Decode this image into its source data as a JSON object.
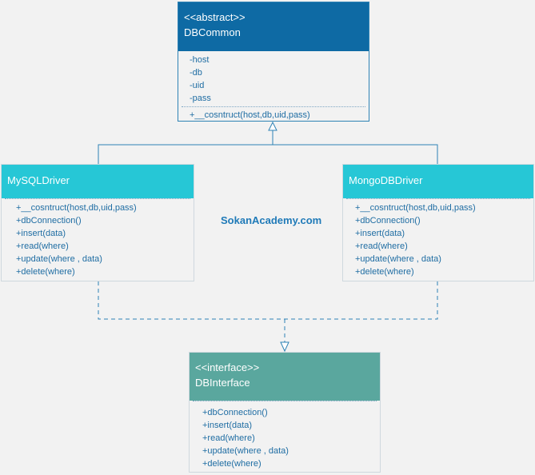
{
  "dbcommon": {
    "stereotype": "<<abstract>>",
    "name": "DBCommon",
    "attributes": [
      "-host",
      "-db",
      "-uid",
      "-pass"
    ],
    "operations": [
      "+__cosntruct(host,db,uid,pass)"
    ],
    "header_color": "#0e6aa4"
  },
  "mysql": {
    "name": "MySQLDriver",
    "operations": [
      "+__cosntruct(host,db,uid,pass)",
      "+dbConnection()",
      "+insert(data)",
      "+read(where)",
      "+update(where , data)",
      "+delete(where)"
    ],
    "header_color": "#26c7d6"
  },
  "mongo": {
    "name": "MongoDBDriver",
    "operations": [
      "+__cosntruct(host,db,uid,pass)",
      "+dbConnection()",
      "+insert(data)",
      "+read(where)",
      "+update(where , data)",
      "+delete(where)"
    ],
    "header_color": "#26c7d6"
  },
  "dbinterface": {
    "stereotype": "<<interface>>",
    "name": "DBInterface",
    "operations": [
      "+dbConnection()",
      "+insert(data)",
      "+read(where)",
      "+update(where , data)",
      "+delete(where)"
    ],
    "header_color": "#5aa79e"
  },
  "watermark": "SokanAcademy.com",
  "colors": {
    "text": "#1f6da3",
    "connector": "#2f83b5",
    "background": "#f2f2f2"
  }
}
